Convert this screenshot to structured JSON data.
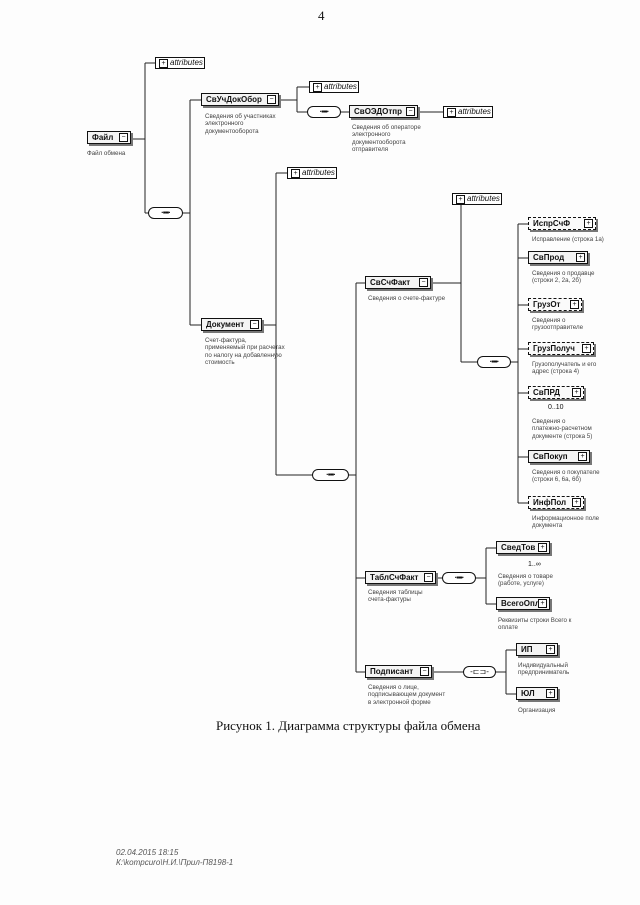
{
  "page": {
    "page_number": "4",
    "caption": "Рисунок 1. Диаграмма структуры файла обмена",
    "footer_date": "02.04.2015 18:15",
    "footer_path": "К:\\kompcuro\\Н.И.\\Прил-П8198-1"
  },
  "diagram": {
    "attributes_label": "attributes",
    "nodes": {
      "file": {
        "label": "Файл",
        "desc": "Файл обмена"
      },
      "svuchdokobor": {
        "label": "СвУчДокОбор",
        "desc": "Сведения об участниках\nэлектронного\nдокументооборота"
      },
      "svoedotpr": {
        "label": "СвОЭДОтпр",
        "desc": "Сведения об операторе\nэлектронного\nдокументооборота\nотправителя"
      },
      "document": {
        "label": "Документ",
        "desc": "Счет-фактура,\nприменяемый при расчетах\nпо налогу на добавленную\nстоимость"
      },
      "svschfakt": {
        "label": "СвСчФакт",
        "desc": "Сведения о счете-фактуре"
      },
      "isprschf": {
        "label": "ИспрСчФ",
        "desc": "Исправление (строка 1а)"
      },
      "svprod": {
        "label": "СвПрод",
        "desc": "Сведения о продавце\n(строки 2, 2а, 2б)"
      },
      "gruzot": {
        "label": "ГрузОт",
        "desc": "Сведения о\nгрузоотправителе"
      },
      "gruzpoluch": {
        "label": "ГрузПолуч",
        "desc": "Грузополучатель и его\nадрес (строка 4)"
      },
      "svprd": {
        "label": "СвПРД",
        "desc": "Сведения о\nплатежно-расчетном\nдокументе (строка 5)",
        "mult": "0..10"
      },
      "svpokup": {
        "label": "СвПокуп",
        "desc": "Сведения о покупателе\n(строки 6, 6а, 6б)"
      },
      "infpol": {
        "label": "ИнфПол",
        "desc": "Информационное поле\nдокумента"
      },
      "tablschfakt": {
        "label": "ТаблСчФакт",
        "desc": "Сведения таблицы\nсчета-фактуры"
      },
      "svedtov": {
        "label": "СведТов",
        "desc": "Сведения о товаре\n(работе, услуге)",
        "mult": "1..∞"
      },
      "vsegoopl": {
        "label": "ВсегоОпл",
        "desc": "Реквизиты строки Всего к\nоплате"
      },
      "podpisant": {
        "label": "Подписант",
        "desc": "Сведения о лице,\nподписывающем документ\nв электронной форме"
      },
      "ip": {
        "label": "ИП",
        "desc": "Индивидуальный\nпредприниматель"
      },
      "yul": {
        "label": "ЮЛ",
        "desc": "Организация"
      }
    }
  }
}
